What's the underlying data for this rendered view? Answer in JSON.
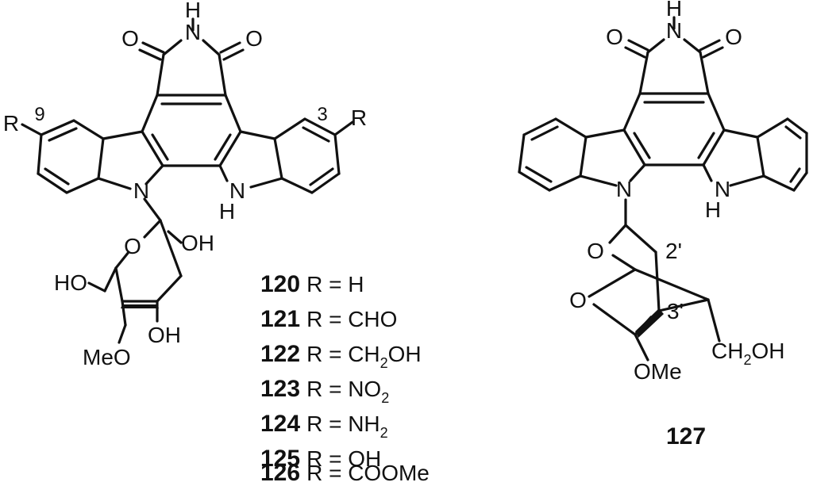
{
  "left_structure": {
    "atoms": {
      "imide_h": "H",
      "imide_n": "N",
      "o_left": "O",
      "o_right": "O",
      "r_left": "R",
      "r_right": "R",
      "pos_9": "9",
      "pos_3": "3",
      "n_glyco": "N",
      "nh_n": "N",
      "nh_h": "H",
      "ring_o": "O",
      "oh_top": "OH",
      "ho_left": "HO",
      "oh_bottom": "OH",
      "meo": "MeO"
    }
  },
  "compound_list": [
    {
      "id": "120",
      "substituent": "R = H"
    },
    {
      "id": "121",
      "substituent": "R = CHO"
    },
    {
      "id": "122",
      "sub_pre": "R = CH",
      "sub_sub": "2",
      "sub_post": "OH"
    },
    {
      "id": "123",
      "sub_pre": "R = NO",
      "sub_sub": "2"
    },
    {
      "id": "124",
      "sub_pre": "R = NH",
      "sub_sub": "2"
    },
    {
      "id": "125",
      "substituent": "R = OH"
    },
    {
      "id": "126",
      "substituent": "R = COOMe"
    }
  ],
  "right_structure": {
    "atoms": {
      "imide_h": "H",
      "imide_n": "N",
      "o_left": "O",
      "o_right": "O",
      "n_glyco": "N",
      "nh_n": "N",
      "nh_h": "H",
      "o_upper": "O",
      "o_lower": "O",
      "pos_2p": "2'",
      "pos_3p": "3'",
      "ch2oh_pre": "CH",
      "ch2oh_sub": "2",
      "ch2oh_post": "OH",
      "ome": "OMe"
    },
    "compound_id": "127"
  }
}
